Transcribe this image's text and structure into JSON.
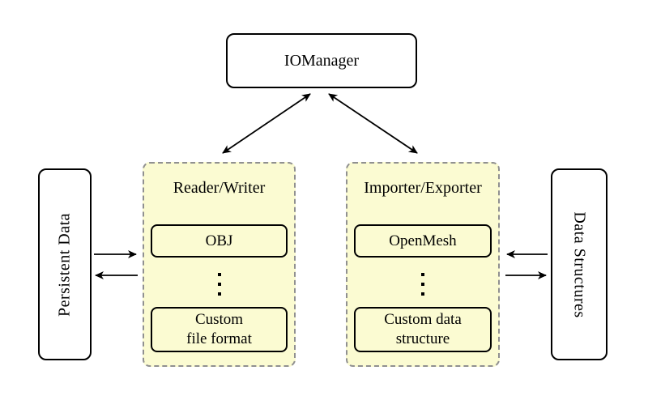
{
  "colors": {
    "group_fill": "#fbfbd2",
    "group_border": "#909090",
    "line": "#000000",
    "background": "#ffffff"
  },
  "nodes": {
    "iomanager": "IOManager",
    "persistent_data": "Persistent Data",
    "data_structures": "Data Structures"
  },
  "groups": [
    {
      "title": "Reader/Writer",
      "top_item": "OBJ",
      "bottom_item_line1": "Custom",
      "bottom_item_line2": "file format"
    },
    {
      "title": "Importer/Exporter",
      "top_item": "OpenMesh",
      "bottom_item_line1": "Custom data",
      "bottom_item_line2": "structure"
    }
  ],
  "arrows": [
    {
      "from": "IOManager",
      "to": "Reader/Writer",
      "bidirectional": true
    },
    {
      "from": "IOManager",
      "to": "Importer/Exporter",
      "bidirectional": true
    },
    {
      "from": "Persistent Data",
      "to": "Reader/Writer",
      "bidirectional": false
    },
    {
      "from": "Reader/Writer",
      "to": "Persistent Data",
      "bidirectional": false
    },
    {
      "from": "Data Structures",
      "to": "Importer/Exporter",
      "bidirectional": false
    },
    {
      "from": "Importer/Exporter",
      "to": "Data Structures",
      "bidirectional": false
    }
  ]
}
